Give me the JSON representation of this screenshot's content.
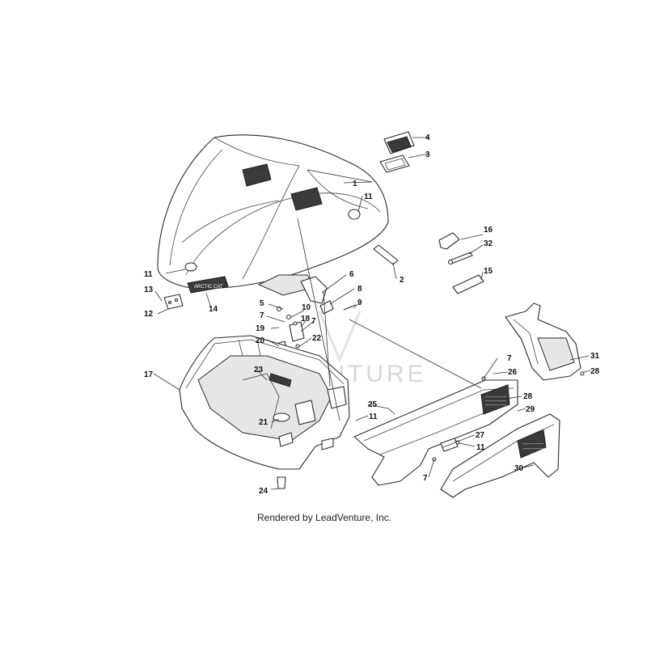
{
  "watermark": "LEADVENTURE",
  "footer": "Rendered by LeadVenture, Inc.",
  "hood_badge": "ARCTIC CAT",
  "callouts": [
    "1",
    "2",
    "3",
    "4",
    "5",
    "6",
    "7",
    "8",
    "9",
    "10",
    "11",
    "12",
    "13",
    "14",
    "15",
    "16",
    "17",
    "18",
    "19",
    "20",
    "21",
    "22",
    "23",
    "24",
    "25",
    "26",
    "27",
    "28",
    "29",
    "30",
    "31",
    "32"
  ]
}
